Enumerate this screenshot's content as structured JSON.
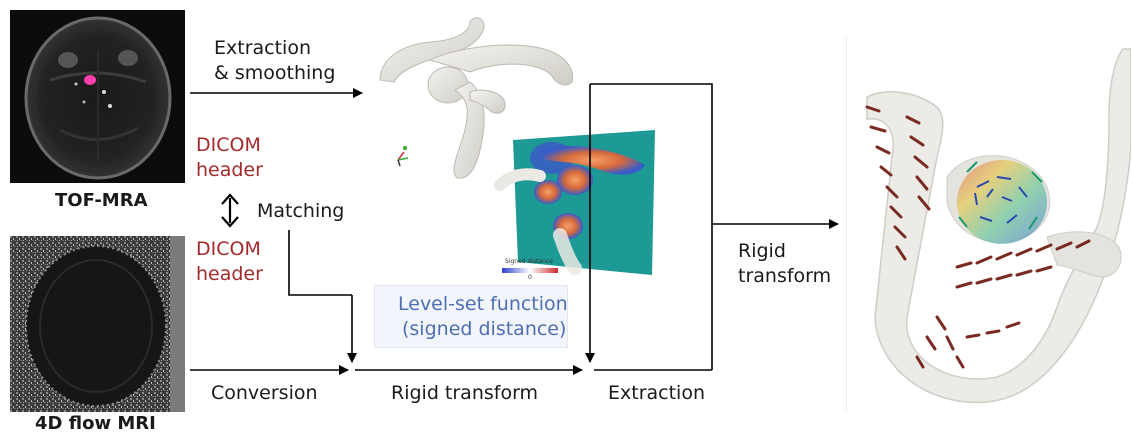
{
  "labels": {
    "tof_mra": "TOF-MRA",
    "flow_mri": "4D flow MRI",
    "extraction_smoothing_1": "Extraction",
    "extraction_smoothing_2": "& smoothing",
    "dicom_header_top_1": "DICOM",
    "dicom_header_top_2": "header",
    "matching": "Matching",
    "dicom_header_bottom_1": "DICOM",
    "dicom_header_bottom_2": "header",
    "conversion": "Conversion",
    "rigid_transform_bottom": "Rigid transform",
    "extraction": "Extraction",
    "rigid_transform_right_1": "Rigid",
    "rigid_transform_right_2": "transform",
    "level_set_1": "Level-set function",
    "level_set_2": "(signed distance)",
    "colorbar_title": "Signed distance",
    "colorbar_zero": "0"
  },
  "colors": {
    "dicom_red": "#a52a2a",
    "level_set_blue": "#4f6fb5",
    "arrow": "#000000",
    "plane_teal": "#1e9a96",
    "vessel_gray": "#e6e4de",
    "velocity_brown": "#7a2a22"
  },
  "icons": {
    "matching_arrows": "double-headed-vertical-arrow"
  }
}
